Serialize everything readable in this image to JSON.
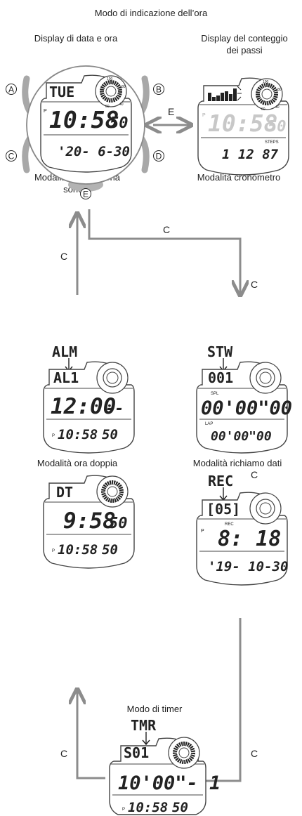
{
  "title": "Modo di indicazione dell’ora",
  "top_left_label": "Display di data e ora",
  "top_right_label_1": "Display del conteggio",
  "top_right_label_2": "dei passi",
  "button_labels": {
    "a": "A",
    "b": "B",
    "c": "C",
    "d": "D",
    "e": "E"
  },
  "arrow_labels": {
    "e": "E",
    "c": "C"
  },
  "main_watch": {
    "day": "TUE",
    "time": "10:58",
    "sec": "50",
    "date": "'20- 6-30",
    "pm": "P"
  },
  "steps_watch": {
    "time": "10:58",
    "sec": "50",
    "steps": "1 12 87",
    "steps_unit": "STEPS",
    "pm": "P"
  },
  "alarm": {
    "label_1": "Modalità promemoria",
    "label_2": "sonoro",
    "code": "ALM",
    "num": "AL1",
    "time": "12:00",
    "dash": "--",
    "cur_time": "10:58",
    "cur_sec": "50",
    "pm": "P"
  },
  "stopwatch": {
    "label": "Modalità cronometro",
    "code": "STW",
    "num": "001",
    "spl_tag": "SPL",
    "split": "00'00\"00",
    "lap_tag": "LAP",
    "lap": "00'00\"00"
  },
  "dual_time": {
    "label": "Modalità ora doppia",
    "code": "DT",
    "time": "9:58",
    "sec": "50",
    "cur_time": "10:58",
    "cur_sec": "50",
    "pm": "P"
  },
  "recall": {
    "label": "Modalità richiamo dati",
    "code": "REC",
    "num": "[05]",
    "rec_tag": "REC",
    "time": "8: 18",
    "date": "'19- 10-30",
    "pm": "P"
  },
  "timer": {
    "label": "Modo di timer",
    "code": "TMR",
    "num": "S01",
    "time": "10'00\"- 1",
    "cur_time": "10:58",
    "cur_sec": "50",
    "pm": "P"
  },
  "dial_marks": {
    "t100": "100",
    "t80": "80",
    "t60": "60",
    "t40": "40",
    "t20": "20"
  }
}
